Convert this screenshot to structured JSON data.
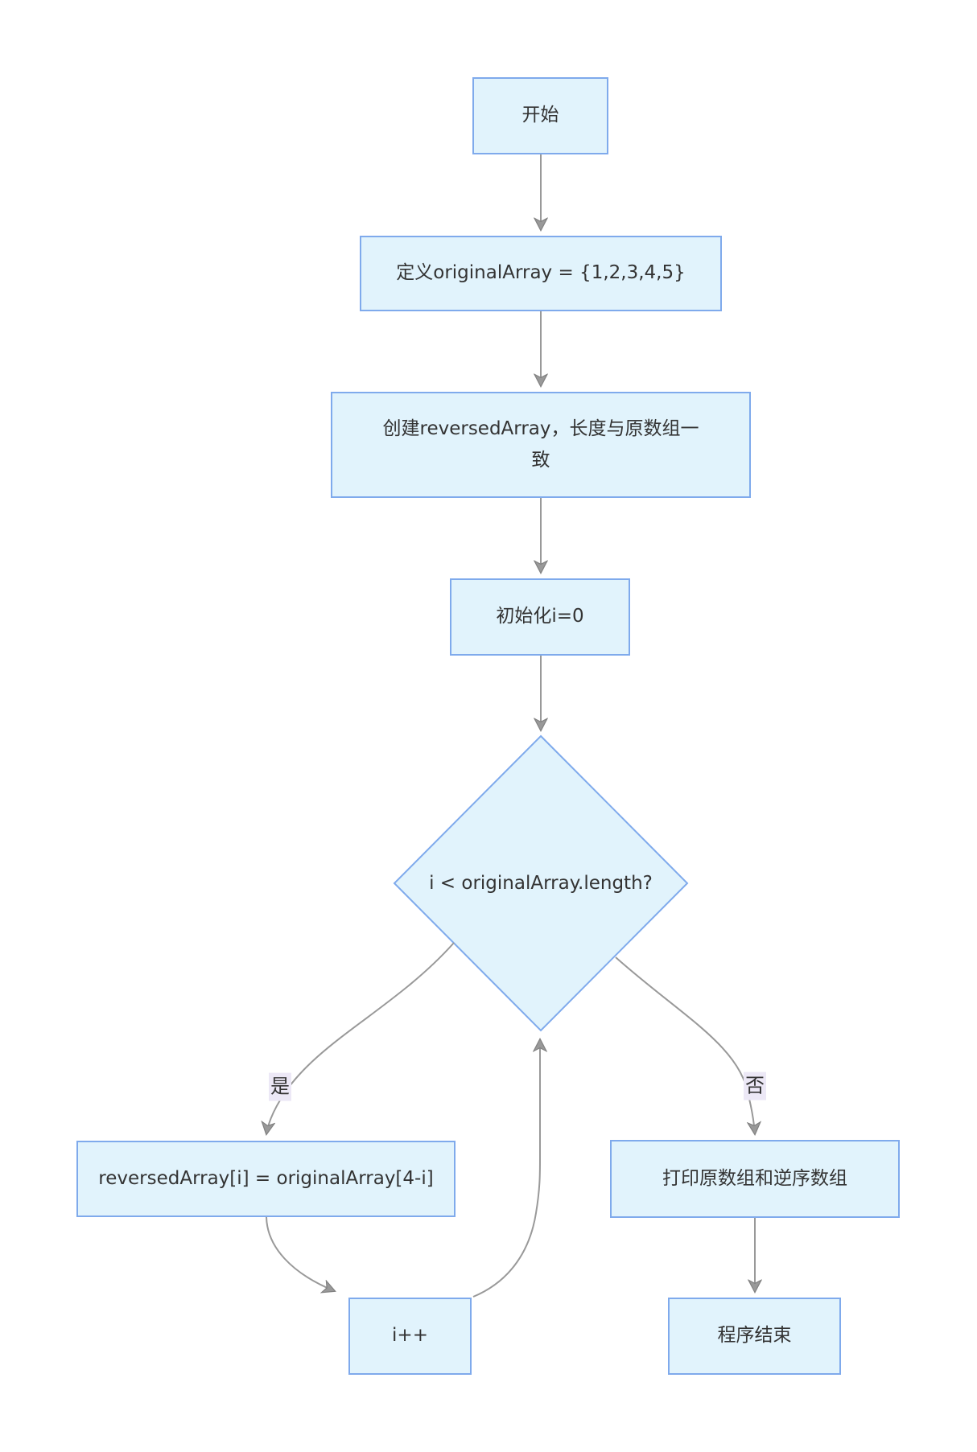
{
  "diagram": {
    "type": "flowchart",
    "direction": "top-down",
    "colors": {
      "background": "#ffffff",
      "node_fill": "#e1f3fc",
      "node_border": "#7faaec",
      "node_text": "#333333",
      "edge_line": "#999999",
      "arrowhead": "#999999",
      "edge_label_bg": "#ece8f6",
      "edge_label_text": "#333333"
    },
    "nodes": {
      "start": {
        "label": "开始",
        "shape": "rect"
      },
      "define": {
        "label": "定义originalArray = {1,2,3,4,5}",
        "shape": "rect"
      },
      "create": {
        "label": "创建reversedArray，长度与原数组一致",
        "shape": "rect"
      },
      "init": {
        "label": "初始化i=0",
        "shape": "rect"
      },
      "condition": {
        "label": "i < originalArray.length?",
        "shape": "diamond"
      },
      "assign": {
        "label": "reversedArray[i] = originalArray[4-i]",
        "shape": "rect"
      },
      "print": {
        "label": "打印原数组和逆序数组",
        "shape": "rect"
      },
      "increment": {
        "label": "i++",
        "shape": "rect"
      },
      "end": {
        "label": "程序结束",
        "shape": "rect"
      }
    },
    "edge_labels": {
      "yes": "是",
      "no": "否"
    },
    "edges": [
      {
        "from": "start",
        "to": "define"
      },
      {
        "from": "define",
        "to": "create"
      },
      {
        "from": "create",
        "to": "init"
      },
      {
        "from": "init",
        "to": "condition"
      },
      {
        "from": "condition",
        "to": "assign",
        "label": "是"
      },
      {
        "from": "condition",
        "to": "print",
        "label": "否"
      },
      {
        "from": "assign",
        "to": "increment"
      },
      {
        "from": "increment",
        "to": "condition"
      },
      {
        "from": "print",
        "to": "end"
      }
    ]
  }
}
